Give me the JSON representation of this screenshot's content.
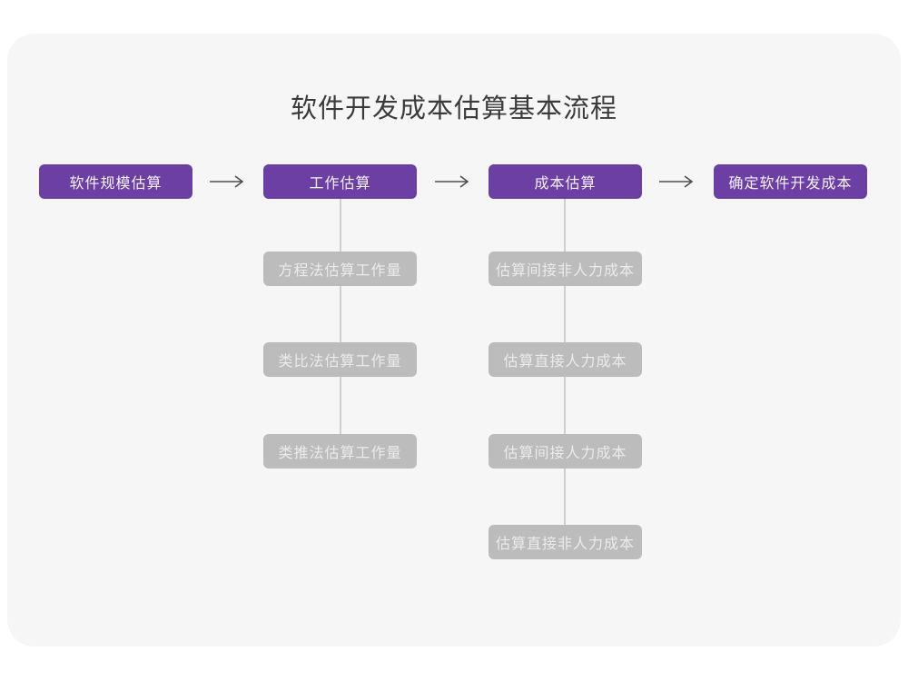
{
  "diagram": {
    "title": "软件开发成本估算基本流程",
    "colors": {
      "canvas_bg": "#f6f6f7",
      "main_node_bg": "#6b3fa3",
      "main_node_text": "#ffffff",
      "sub_node_bg": "#bcbcbc",
      "sub_node_text": "#ebebeb",
      "connector": "#cfcfcf",
      "arrow": "#4d4d4d",
      "title_text": "#3b3b3b"
    },
    "main_nodes": [
      {
        "label": "软件规模估算"
      },
      {
        "label": "工作估算"
      },
      {
        "label": "成本估算"
      },
      {
        "label": "确定软件开发成本"
      }
    ],
    "sub_columns": [
      {
        "parent": "工作估算",
        "items": [
          {
            "label": "方程法估算工作量"
          },
          {
            "label": "类比法估算工作量"
          },
          {
            "label": "类推法估算工作量"
          }
        ]
      },
      {
        "parent": "成本估算",
        "items": [
          {
            "label": "估算间接非人力成本"
          },
          {
            "label": "估算直接人力成本"
          },
          {
            "label": "估算间接人力成本"
          },
          {
            "label": "估算直接非人力成本"
          }
        ]
      }
    ]
  }
}
